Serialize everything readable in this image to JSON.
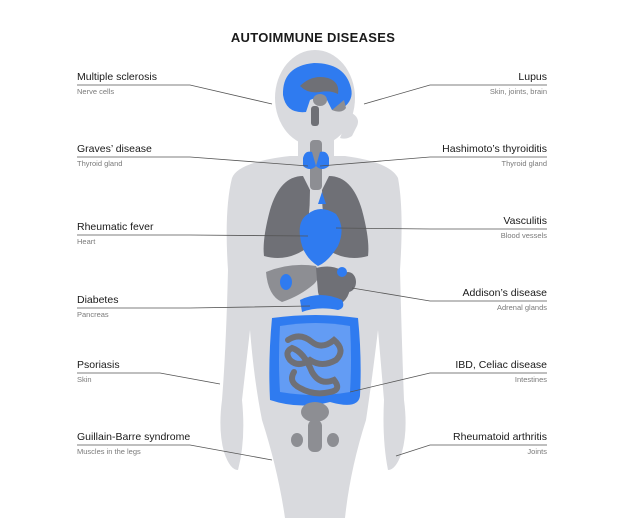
{
  "title": "AUTOIMMUNE DISEASES",
  "colors": {
    "body": "#d9dade",
    "organ": "#8d8e93",
    "organ_dark": "#6f7076",
    "accent": "#2f7bf0",
    "line": "#555555"
  },
  "labels": {
    "left": [
      {
        "name": "Multiple sclerosis",
        "sub": "Nerve cells"
      },
      {
        "name": "Graves’ disease",
        "sub": "Thyroid gland"
      },
      {
        "name": "Rheumatic fever",
        "sub": "Heart"
      },
      {
        "name": "Diabetes",
        "sub": "Pancreas"
      },
      {
        "name": "Psoriasis",
        "sub": "Skin"
      },
      {
        "name": "Guillain-Barre syndrome",
        "sub": "Muscles in the legs"
      }
    ],
    "right": [
      {
        "name": "Lupus",
        "sub": "Skin, joints, brain"
      },
      {
        "name": "Hashimoto’s thyroiditis",
        "sub": "Thyroid gland"
      },
      {
        "name": "Vasculitis",
        "sub": "Blood vessels"
      },
      {
        "name": "Addison’s disease",
        "sub": "Adrenal glands"
      },
      {
        "name": "IBD, Celiac disease",
        "sub": "Intestines"
      },
      {
        "name": "Rheumatoid arthritis",
        "sub": "Joints"
      }
    ]
  }
}
